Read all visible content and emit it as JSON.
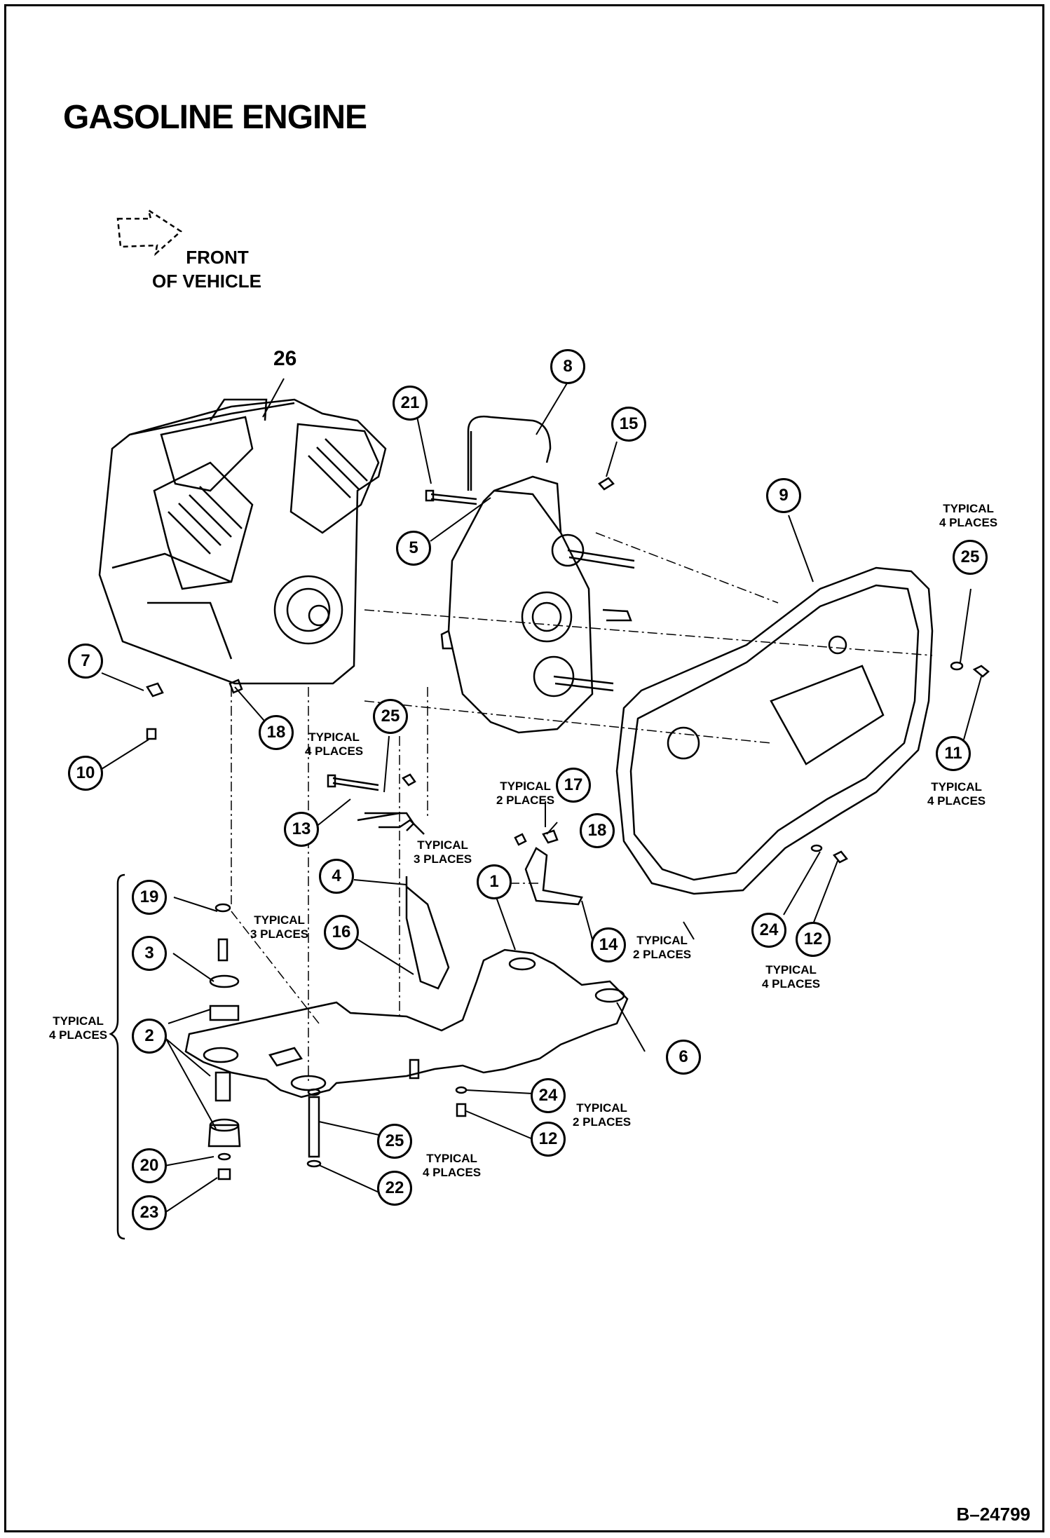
{
  "title": "GASOLINE ENGINE",
  "figure_id": "B–24799",
  "direction": {
    "line1": "FRONT",
    "line2": "OF VEHICLE",
    "icon": "arrow-icon"
  },
  "callouts": [
    "1",
    "2",
    "3",
    "4",
    "5",
    "6",
    "7",
    "8",
    "9",
    "10",
    "11",
    "12",
    "12",
    "13",
    "14",
    "15",
    "16",
    "17",
    "18",
    "18",
    "19",
    "20",
    "21",
    "22",
    "23",
    "24",
    "24",
    "25",
    "25",
    "25",
    "26"
  ],
  "notes": {
    "typical_4": "TYPICAL",
    "places_4": "4 PLACES",
    "places_3": "3 PLACES",
    "places_2": "2 PLACES"
  }
}
